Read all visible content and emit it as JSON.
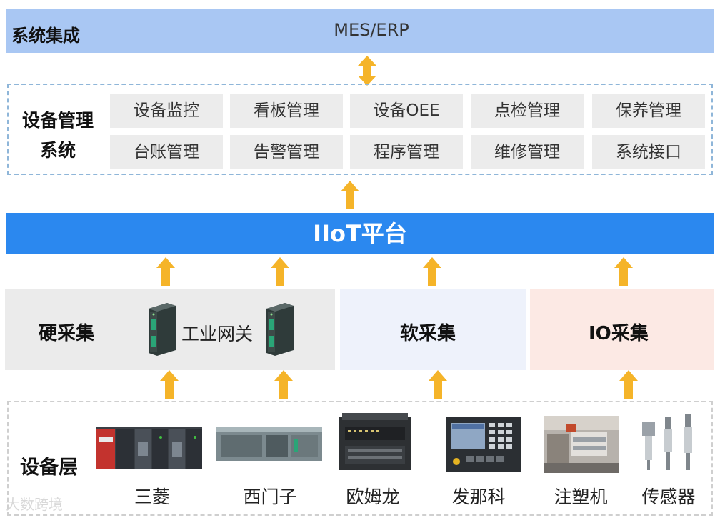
{
  "system_integration": {
    "title": "系统集成",
    "center_label": "MES/ERP"
  },
  "management_system": {
    "title_line1": "设备管理",
    "title_line2": "系统",
    "row1": [
      "设备监控",
      "看板管理",
      "设备OEE",
      "点检管理",
      "保养管理"
    ],
    "row2": [
      "台账管理",
      "告警管理",
      "程序管理",
      "维修管理",
      "系统接口"
    ]
  },
  "platform": {
    "label": "IIoT平台"
  },
  "collection": {
    "hard_label": "硬采集",
    "gateway_label": "工业网关",
    "soft_label": "软采集",
    "io_label": "IO采集"
  },
  "device_layer": {
    "title": "设备层",
    "devices": [
      "三菱",
      "西门子",
      "欧姆龙",
      "发那科",
      "注塑机",
      "传感器"
    ]
  },
  "watermark": "大数跨境",
  "colors": {
    "arrow": "#f5b429",
    "top_bar": "#a9c7f3",
    "platform_bar": "#2b88ef",
    "dashed_border": "#8fb6d9"
  }
}
